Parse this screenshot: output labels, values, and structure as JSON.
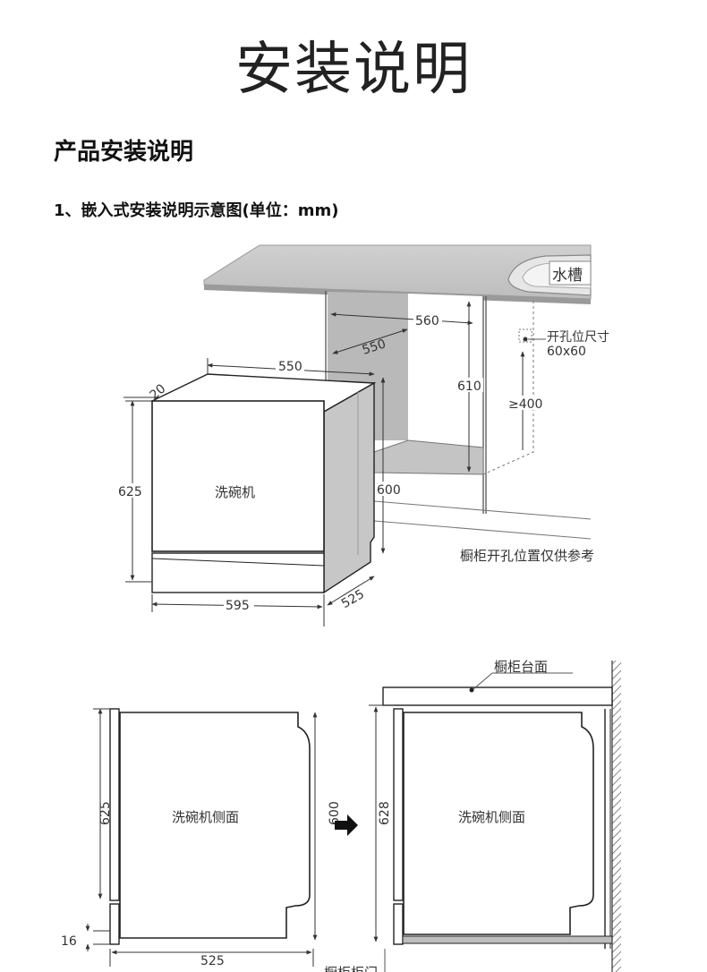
{
  "header": {
    "title": "安装说明",
    "section_title": "产品安装说明",
    "subtitle": "1、嵌入式安装说明示意图(单位：mm)"
  },
  "top_diagram": {
    "sink_label": "水槽",
    "hole_label_line1": "开孔位尺寸",
    "hole_label_line2": "60x60",
    "dim_cab_width": "560",
    "dim_cab_depth": "550",
    "dim_cab_height": "610",
    "dim_hole_height": "≥400",
    "dim_top_depth": "550",
    "dim_offset": "20",
    "dim_front_height": "625",
    "dim_side_height": "600",
    "dim_width": "595",
    "dim_depth": "525",
    "machine_label": "洗碗机",
    "note": "橱柜开孔位置仅供参考"
  },
  "bottom_left": {
    "label": "洗碗机侧面",
    "dim_height": "625",
    "dim_inner_height": "600",
    "dim_base": "16",
    "dim_depth": "525"
  },
  "bottom_right": {
    "label": "洗碗机侧面",
    "dim_height": "628",
    "counter_label": "橱柜台面",
    "bottom_label": "橱柜柜门"
  }
}
